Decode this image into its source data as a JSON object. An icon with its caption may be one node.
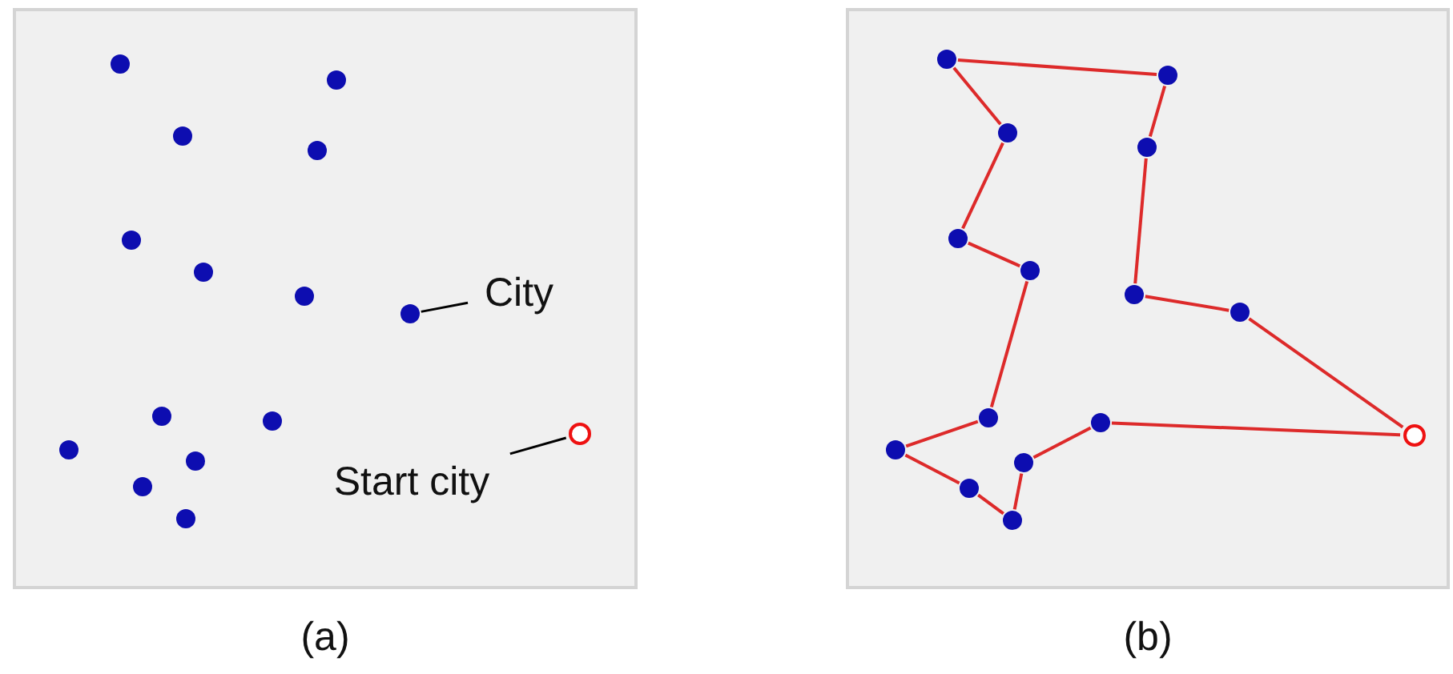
{
  "diagram": {
    "nodes": [
      {
        "text": [],
        "shape": "box",
        "beside": [
          "(a)"
        ]
      },
      {
        "text": [],
        "shape": "circle",
        "in": 0
      },
      {
        "text": [],
        "shape": "circle",
        "in": 0
      },
      {
        "text": [],
        "shape": "circle",
        "in": 0
      },
      {
        "text": [],
        "shape": "circle",
        "in": 0
      },
      {
        "text": [],
        "shape": "circle",
        "in": 0
      },
      {
        "text": [],
        "shape": "circle",
        "in": 0
      },
      {
        "text": [],
        "shape": "circle",
        "in": 0
      },
      {
        "text": [],
        "shape": "circle",
        "in": 0
      },
      {
        "text": [],
        "shape": "circle",
        "in": 0
      },
      {
        "text": [],
        "shape": "circle",
        "in": 0
      },
      {
        "text": [],
        "shape": "ring",
        "in": 0
      },
      {
        "text": [],
        "shape": "circle",
        "in": 0
      },
      {
        "text": [],
        "shape": "circle",
        "in": 0
      },
      {
        "text": [],
        "shape": "circle",
        "in": 0
      },
      {
        "text": [],
        "shape": "circle",
        "in": 0
      },
      {
        "text": [
          "City"
        ],
        "in": 0
      },
      {
        "text": [
          "Start city"
        ],
        "in": 0
      },
      {
        "text": [],
        "shape": "box",
        "beside": [
          "(b)"
        ]
      },
      {
        "text": [],
        "shape": "circle",
        "in": 18
      },
      {
        "text": [],
        "shape": "circle",
        "in": 18
      },
      {
        "text": [],
        "shape": "circle",
        "in": 18
      },
      {
        "text": [],
        "shape": "circle",
        "in": 18
      },
      {
        "text": [],
        "shape": "circle",
        "in": 18
      },
      {
        "text": [],
        "shape": "circle",
        "in": 18
      },
      {
        "text": [],
        "shape": "circle",
        "in": 18
      },
      {
        "text": [],
        "shape": "circle",
        "in": 18
      },
      {
        "text": [],
        "shape": "circle",
        "in": 18
      },
      {
        "text": [],
        "shape": "circle",
        "in": 18
      },
      {
        "text": [],
        "shape": "ring",
        "in": 18
      },
      {
        "text": [],
        "shape": "circle",
        "in": 18
      },
      {
        "text": [],
        "shape": "circle",
        "in": 18
      },
      {
        "text": [],
        "shape": "circle",
        "in": 18
      },
      {
        "text": [],
        "shape": "circle",
        "in": 18
      }
    ],
    "edges": [
      {
        "from": 16,
        "to": 8,
        "arrow": "none",
        "color": "#000000"
      },
      {
        "from": 17,
        "to": 11,
        "arrow": "none",
        "color": "#000000"
      },
      {
        "from": 29,
        "to": 28,
        "arrow": "none"
      },
      {
        "from": 28,
        "to": 31,
        "arrow": "none"
      },
      {
        "from": 31,
        "to": 33,
        "arrow": "none"
      },
      {
        "from": 33,
        "to": 32,
        "arrow": "none"
      },
      {
        "from": 32,
        "to": 30,
        "arrow": "none"
      },
      {
        "from": 30,
        "to": 27,
        "arrow": "none"
      },
      {
        "from": 27,
        "to": 24,
        "arrow": "none"
      },
      {
        "from": 24,
        "to": 23,
        "arrow": "none"
      },
      {
        "from": 23,
        "to": 21,
        "arrow": "none"
      },
      {
        "from": 21,
        "to": 19,
        "arrow": "none"
      },
      {
        "from": 19,
        "to": 20,
        "arrow": "none"
      },
      {
        "from": 20,
        "to": 22,
        "arrow": "none"
      },
      {
        "from": 22,
        "to": 25,
        "arrow": "none"
      },
      {
        "from": 25,
        "to": 26,
        "arrow": "none"
      },
      {
        "from": 26,
        "to": 29,
        "arrow": "none"
      }
    ]
  }
}
